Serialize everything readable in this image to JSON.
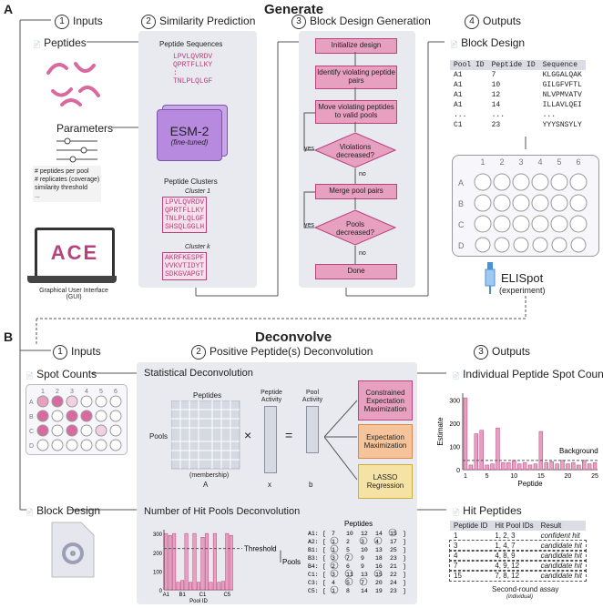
{
  "labels": {
    "a": "A",
    "b": "B"
  },
  "generate": {
    "title": "Generate",
    "s1": {
      "n": "1",
      "t": "Inputs"
    },
    "s2": {
      "n": "2",
      "t": "Similarity Prediction"
    },
    "s3": {
      "n": "3",
      "t": "Block Design Generation"
    },
    "s4": {
      "n": "4",
      "t": "Outputs"
    },
    "peptides": "Peptides",
    "parameters": "Parameters",
    "params_list": [
      "# peptides per pool",
      "# replicates (coverage)",
      "similarity threshold",
      "..."
    ],
    "gui": "Graphical User Interface (GUI)",
    "ace": "ACE",
    "peptide_sequences": "Peptide Sequences",
    "seqs": [
      "LPVLQVRDV",
      "QPRTFLLKY",
      ":",
      "TNLPLQLGF"
    ],
    "esm": "ESM-2",
    "esm_sub": "(fine-tuned)",
    "clusters_title": "Peptide Clusters",
    "cluster1": "Cluster 1",
    "cluster1_seqs": [
      "LPVLQVRDV",
      "QPRTFLLKY",
      "TNLPLQLGF",
      "SHSQLGGLH"
    ],
    "clusterk": "Cluster k",
    "clusterk_seqs": [
      "AKRFKESPF",
      "VVKVTIDYT",
      "SDKGVAPGT"
    ],
    "flow": [
      "Initialize design",
      "Identify violating peptide pairs",
      "Move violating peptides to valid pools",
      "Violations decreased?",
      "Merge pool pairs",
      "Pools decreased?",
      "Done"
    ],
    "yes": "yes",
    "no": "no",
    "block_design": "Block Design",
    "table_headers": [
      "Pool ID",
      "Peptide ID",
      "Sequence"
    ],
    "table_rows": [
      [
        "A1",
        "7",
        "KLGGALQAK"
      ],
      [
        "A1",
        "10",
        "GILGFVFTL"
      ],
      [
        "A1",
        "12",
        "NLVPMVATV"
      ],
      [
        "A1",
        "14",
        "ILLAVLQEI"
      ],
      [
        "...",
        "...",
        "..."
      ],
      [
        "C1",
        "23",
        "YYYSNSYLY"
      ]
    ],
    "plate_cols": [
      "1",
      "2",
      "3",
      "4",
      "5",
      "6"
    ],
    "plate_rows": [
      "A",
      "B",
      "C",
      "D"
    ],
    "elispot": "ELISpot",
    "elispot_sub": "(experiment)"
  },
  "deconvolve": {
    "title": "Deconvolve",
    "s1": {
      "n": "1",
      "t": "Inputs"
    },
    "s2": {
      "n": "2",
      "t": "Positive Peptide(s) Deconvolution"
    },
    "s3": {
      "n": "3",
      "t": "Outputs"
    },
    "spot_counts": "Spot Counts",
    "block_design": "Block Design",
    "stat_title": "Statistical Deconvolution",
    "peptides": "Peptides",
    "pools": "Pools",
    "membership": "(membership)",
    "A": "A",
    "peptide_activity": "Peptide Activity",
    "x": "x",
    "pool_activity": "Pool Activity",
    "b": "b",
    "methods": [
      "Constrained Expectation Maximization",
      "Expectation Maximization",
      "LASSO Regression"
    ],
    "hit_title": "Number of Hit Pools Deconvolution",
    "threshold": "Threshold",
    "pools2": "Pools",
    "peptides2": "Peptides",
    "pool_ids": [
      "A1",
      "B1",
      "C1",
      "C5"
    ],
    "axis_pool_id": "Pool ID",
    "y_ticks": [
      "300",
      "200",
      "100",
      "0"
    ],
    "pool_table": [
      [
        "A1:",
        "[",
        "7",
        "10",
        "12",
        "14",
        "15",
        "]"
      ],
      [
        "A2:",
        "[",
        "1",
        "2",
        "3",
        "4",
        "17",
        "]"
      ],
      [
        "B1:",
        "[",
        "1",
        "5",
        "10",
        "13",
        "25",
        "]"
      ],
      [
        "B3:",
        "[",
        "3",
        "7",
        "9",
        "18",
        "23",
        "]"
      ],
      [
        "B4:",
        "[",
        "2",
        "6",
        "9",
        "16",
        "21",
        "]"
      ],
      [
        "C1:",
        "[",
        "3",
        "11",
        "13",
        "15",
        "22",
        "]"
      ],
      [
        "C3:",
        "[",
        "4",
        "5",
        "7",
        "20",
        "24",
        "]"
      ],
      [
        "C5:",
        "[",
        "1",
        "8",
        "14",
        "19",
        "23",
        "]"
      ]
    ],
    "spot_title": "Individual Peptide Spot Counts",
    "estimate": "Estimate",
    "peptide_axis": "Peptide",
    "background": "Background",
    "x_ticks": [
      "1",
      "5",
      "10",
      "15",
      "20",
      "25"
    ],
    "est_ticks": [
      "300",
      "200",
      "100",
      "0"
    ],
    "hit_peptides": "Hit Peptides",
    "hit_headers": [
      "Peptide ID",
      "Hit Pool IDs",
      "Result"
    ],
    "hit_rows": [
      [
        "1",
        "1, 2, 3",
        "confident hit"
      ],
      [
        "3",
        "1, 4, 7",
        "candidate hit"
      ],
      [
        "4",
        "4, 8, 9",
        "candidate hit"
      ],
      [
        "7",
        "4, 9, 12",
        "candidate hit"
      ],
      [
        "15",
        "7, 8, 12",
        "candidate hit"
      ]
    ],
    "second_round": "Second-round assay",
    "second_round_sub": "(individual)"
  },
  "chart_data": [
    {
      "type": "bar",
      "title": "Individual Peptide Spot Counts",
      "xlabel": "Peptide",
      "ylabel": "Estimate",
      "x": [
        1,
        2,
        3,
        4,
        5,
        6,
        7,
        8,
        9,
        10,
        11,
        12,
        13,
        14,
        15,
        16,
        17,
        18,
        19,
        20,
        21,
        22,
        23,
        24,
        25
      ],
      "values": [
        310,
        20,
        155,
        170,
        20,
        25,
        180,
        30,
        30,
        40,
        25,
        30,
        20,
        25,
        165,
        30,
        35,
        25,
        40,
        25,
        30,
        20,
        40,
        25,
        30
      ],
      "ylim": [
        0,
        330
      ],
      "annotations": [
        "Background"
      ]
    },
    {
      "type": "bar",
      "title": "Number of Hit Pools Deconvolution",
      "xlabel": "Pool ID",
      "values": [
        300,
        290,
        300,
        40,
        50,
        300,
        40,
        300,
        40,
        280,
        300,
        40,
        300,
        40,
        45,
        300,
        290
      ],
      "ylim": [
        0,
        320
      ],
      "annotations": [
        "Threshold"
      ]
    }
  ]
}
